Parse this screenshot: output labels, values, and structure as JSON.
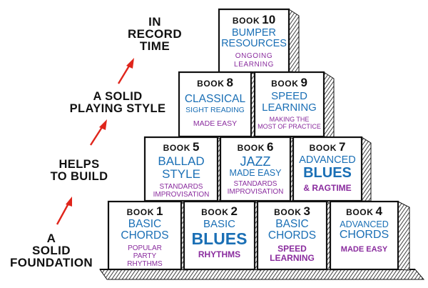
{
  "side_labels": {
    "top": [
      "IN",
      "RECORD",
      "TIME"
    ],
    "upper": [
      "A SOLID",
      "PLAYING STYLE"
    ],
    "middle": [
      "HELPS",
      "TO BUILD"
    ],
    "bottom": [
      "A",
      "SOLID",
      "FOUNDATION"
    ]
  },
  "books": [
    {
      "word": "BOOK",
      "number": "10",
      "title": [
        "BUMPER",
        "RESOURCES"
      ],
      "subtitle": [
        "ONGOING",
        "LEARNING"
      ]
    },
    {
      "word": "BOOK",
      "number": "8",
      "title": [
        "CLASSICAL"
      ],
      "subtitle": [
        "SIGHT READING",
        "MADE EASY"
      ]
    },
    {
      "word": "BOOK",
      "number": "9",
      "title": [
        "SPEED",
        "LEARNING"
      ],
      "subtitle": [
        "MAKING THE",
        "MOST OF PRACTICE"
      ]
    },
    {
      "word": "BOOK",
      "number": "5",
      "title": [
        "BALLAD",
        "STYLE"
      ],
      "subtitle": [
        "STANDARDS",
        "IMPROVISATION"
      ]
    },
    {
      "word": "BOOK",
      "number": "6",
      "title": [
        "JAZZ",
        "MADE EASY"
      ],
      "subtitle": [
        "STANDARDS",
        "IMPROVISATION"
      ]
    },
    {
      "word": "BOOK",
      "number": "7",
      "title": [
        "ADVANCED",
        "BLUES"
      ],
      "subtitle": [
        "& RAGTIME"
      ]
    },
    {
      "word": "BOOK",
      "number": "1",
      "title": [
        "BASIC",
        "CHORDS"
      ],
      "subtitle": [
        "POPULAR",
        "PARTY",
        "RHYTHMS"
      ]
    },
    {
      "word": "BOOK",
      "number": "2",
      "title": [
        "BASIC",
        "BLUES"
      ],
      "subtitle": [
        "RHYTHMS"
      ]
    },
    {
      "word": "BOOK",
      "number": "3",
      "title": [
        "BASIC",
        "CHORDS"
      ],
      "subtitle": [
        "SPEED",
        "LEARNING"
      ]
    },
    {
      "word": "BOOK",
      "number": "4",
      "title": [
        "ADVANCED",
        "CHORDS"
      ],
      "subtitle": [
        "MADE EASY"
      ]
    }
  ],
  "colors": {
    "ink": "#111111",
    "title_blue": "#1a6fb5",
    "subtitle_purple": "#8a2c9e",
    "arrow_red": "#e0251b"
  }
}
